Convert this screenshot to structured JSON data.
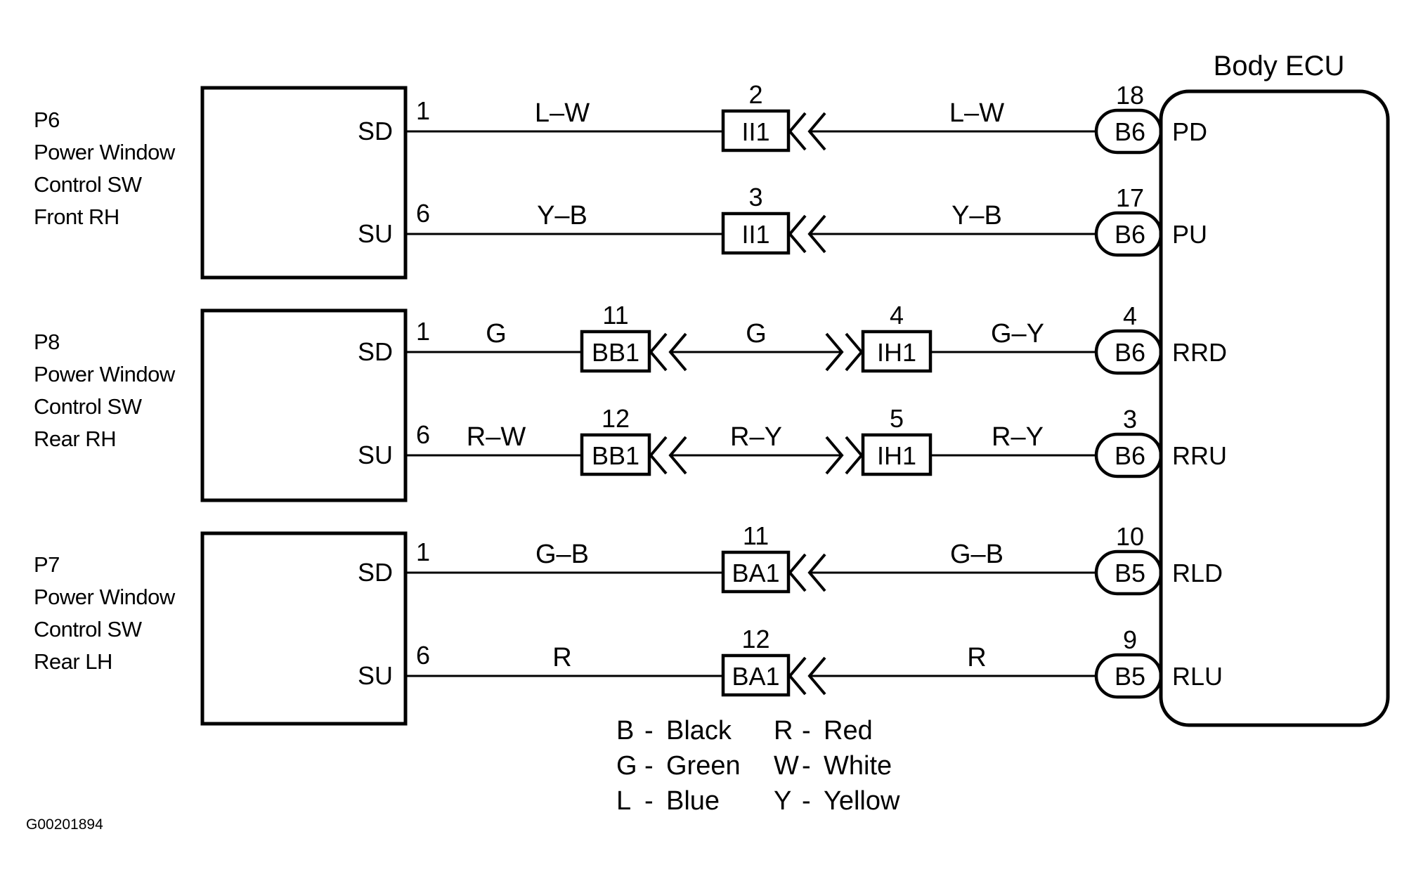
{
  "diagram": {
    "title": "Power Window Control Switch to Body ECU Wiring",
    "ecu": {
      "label": "Body ECU"
    },
    "switches": [
      {
        "code": "P6",
        "name_lines": [
          "Power Window",
          "Control SW",
          "Front RH"
        ],
        "pins": [
          {
            "signal": "SD",
            "pin": "1"
          },
          {
            "signal": "SU",
            "pin": "6"
          }
        ]
      },
      {
        "code": "P8",
        "name_lines": [
          "Power Window",
          "Control SW",
          "Rear RH"
        ],
        "pins": [
          {
            "signal": "SD",
            "pin": "1"
          },
          {
            "signal": "SU",
            "pin": "6"
          }
        ]
      },
      {
        "code": "P7",
        "name_lines": [
          "Power Window",
          "Control SW",
          "Rear LH"
        ],
        "pins": [
          {
            "signal": "SD",
            "pin": "1"
          },
          {
            "signal": "SU",
            "pin": "6"
          }
        ]
      }
    ],
    "circuits": [
      {
        "switch_pin": "1",
        "switch_signal": "SD",
        "segments": [
          "L–W",
          "L–W"
        ],
        "junctions": [
          {
            "connector": "II1",
            "pin": "2",
            "type": "single"
          }
        ],
        "ecu_connector": "B6",
        "ecu_pin": "18",
        "ecu_signal": "PD"
      },
      {
        "switch_pin": "6",
        "switch_signal": "SU",
        "segments": [
          "Y–B",
          "Y–B"
        ],
        "junctions": [
          {
            "connector": "II1",
            "pin": "3",
            "type": "single"
          }
        ],
        "ecu_connector": "B6",
        "ecu_pin": "17",
        "ecu_signal": "PU"
      },
      {
        "switch_pin": "1",
        "switch_signal": "SD",
        "segments": [
          "G",
          "G",
          "G–Y"
        ],
        "junctions": [
          {
            "connector": "BB1",
            "pin": "11",
            "type": "left"
          },
          {
            "connector": "IH1",
            "pin": "4",
            "type": "right"
          }
        ],
        "ecu_connector": "B6",
        "ecu_pin": "4",
        "ecu_signal": "RRD"
      },
      {
        "switch_pin": "6",
        "switch_signal": "SU",
        "segments": [
          "R–W",
          "R–Y",
          "R–Y"
        ],
        "junctions": [
          {
            "connector": "BB1",
            "pin": "12",
            "type": "left"
          },
          {
            "connector": "IH1",
            "pin": "5",
            "type": "right"
          }
        ],
        "ecu_connector": "B6",
        "ecu_pin": "3",
        "ecu_signal": "RRU"
      },
      {
        "switch_pin": "1",
        "switch_signal": "SD",
        "segments": [
          "G–B",
          "G–B"
        ],
        "junctions": [
          {
            "connector": "BA1",
            "pin": "11",
            "type": "single"
          }
        ],
        "ecu_connector": "B5",
        "ecu_pin": "10",
        "ecu_signal": "RLD"
      },
      {
        "switch_pin": "6",
        "switch_signal": "SU",
        "segments": [
          "R",
          "R"
        ],
        "junctions": [
          {
            "connector": "BA1",
            "pin": "12",
            "type": "single"
          }
        ],
        "ecu_connector": "B5",
        "ecu_pin": "9",
        "ecu_signal": "RLU"
      }
    ],
    "legend": [
      {
        "code": "B",
        "color": "Black"
      },
      {
        "code": "R",
        "color": "Red"
      },
      {
        "code": "G",
        "color": "Green"
      },
      {
        "code": "W",
        "color": "White"
      },
      {
        "code": "L",
        "color": "Blue"
      },
      {
        "code": "Y",
        "color": "Yellow"
      }
    ],
    "figure_id": "G00201894",
    "colors": {
      "ink": "#000000",
      "paper": "#ffffff"
    }
  }
}
